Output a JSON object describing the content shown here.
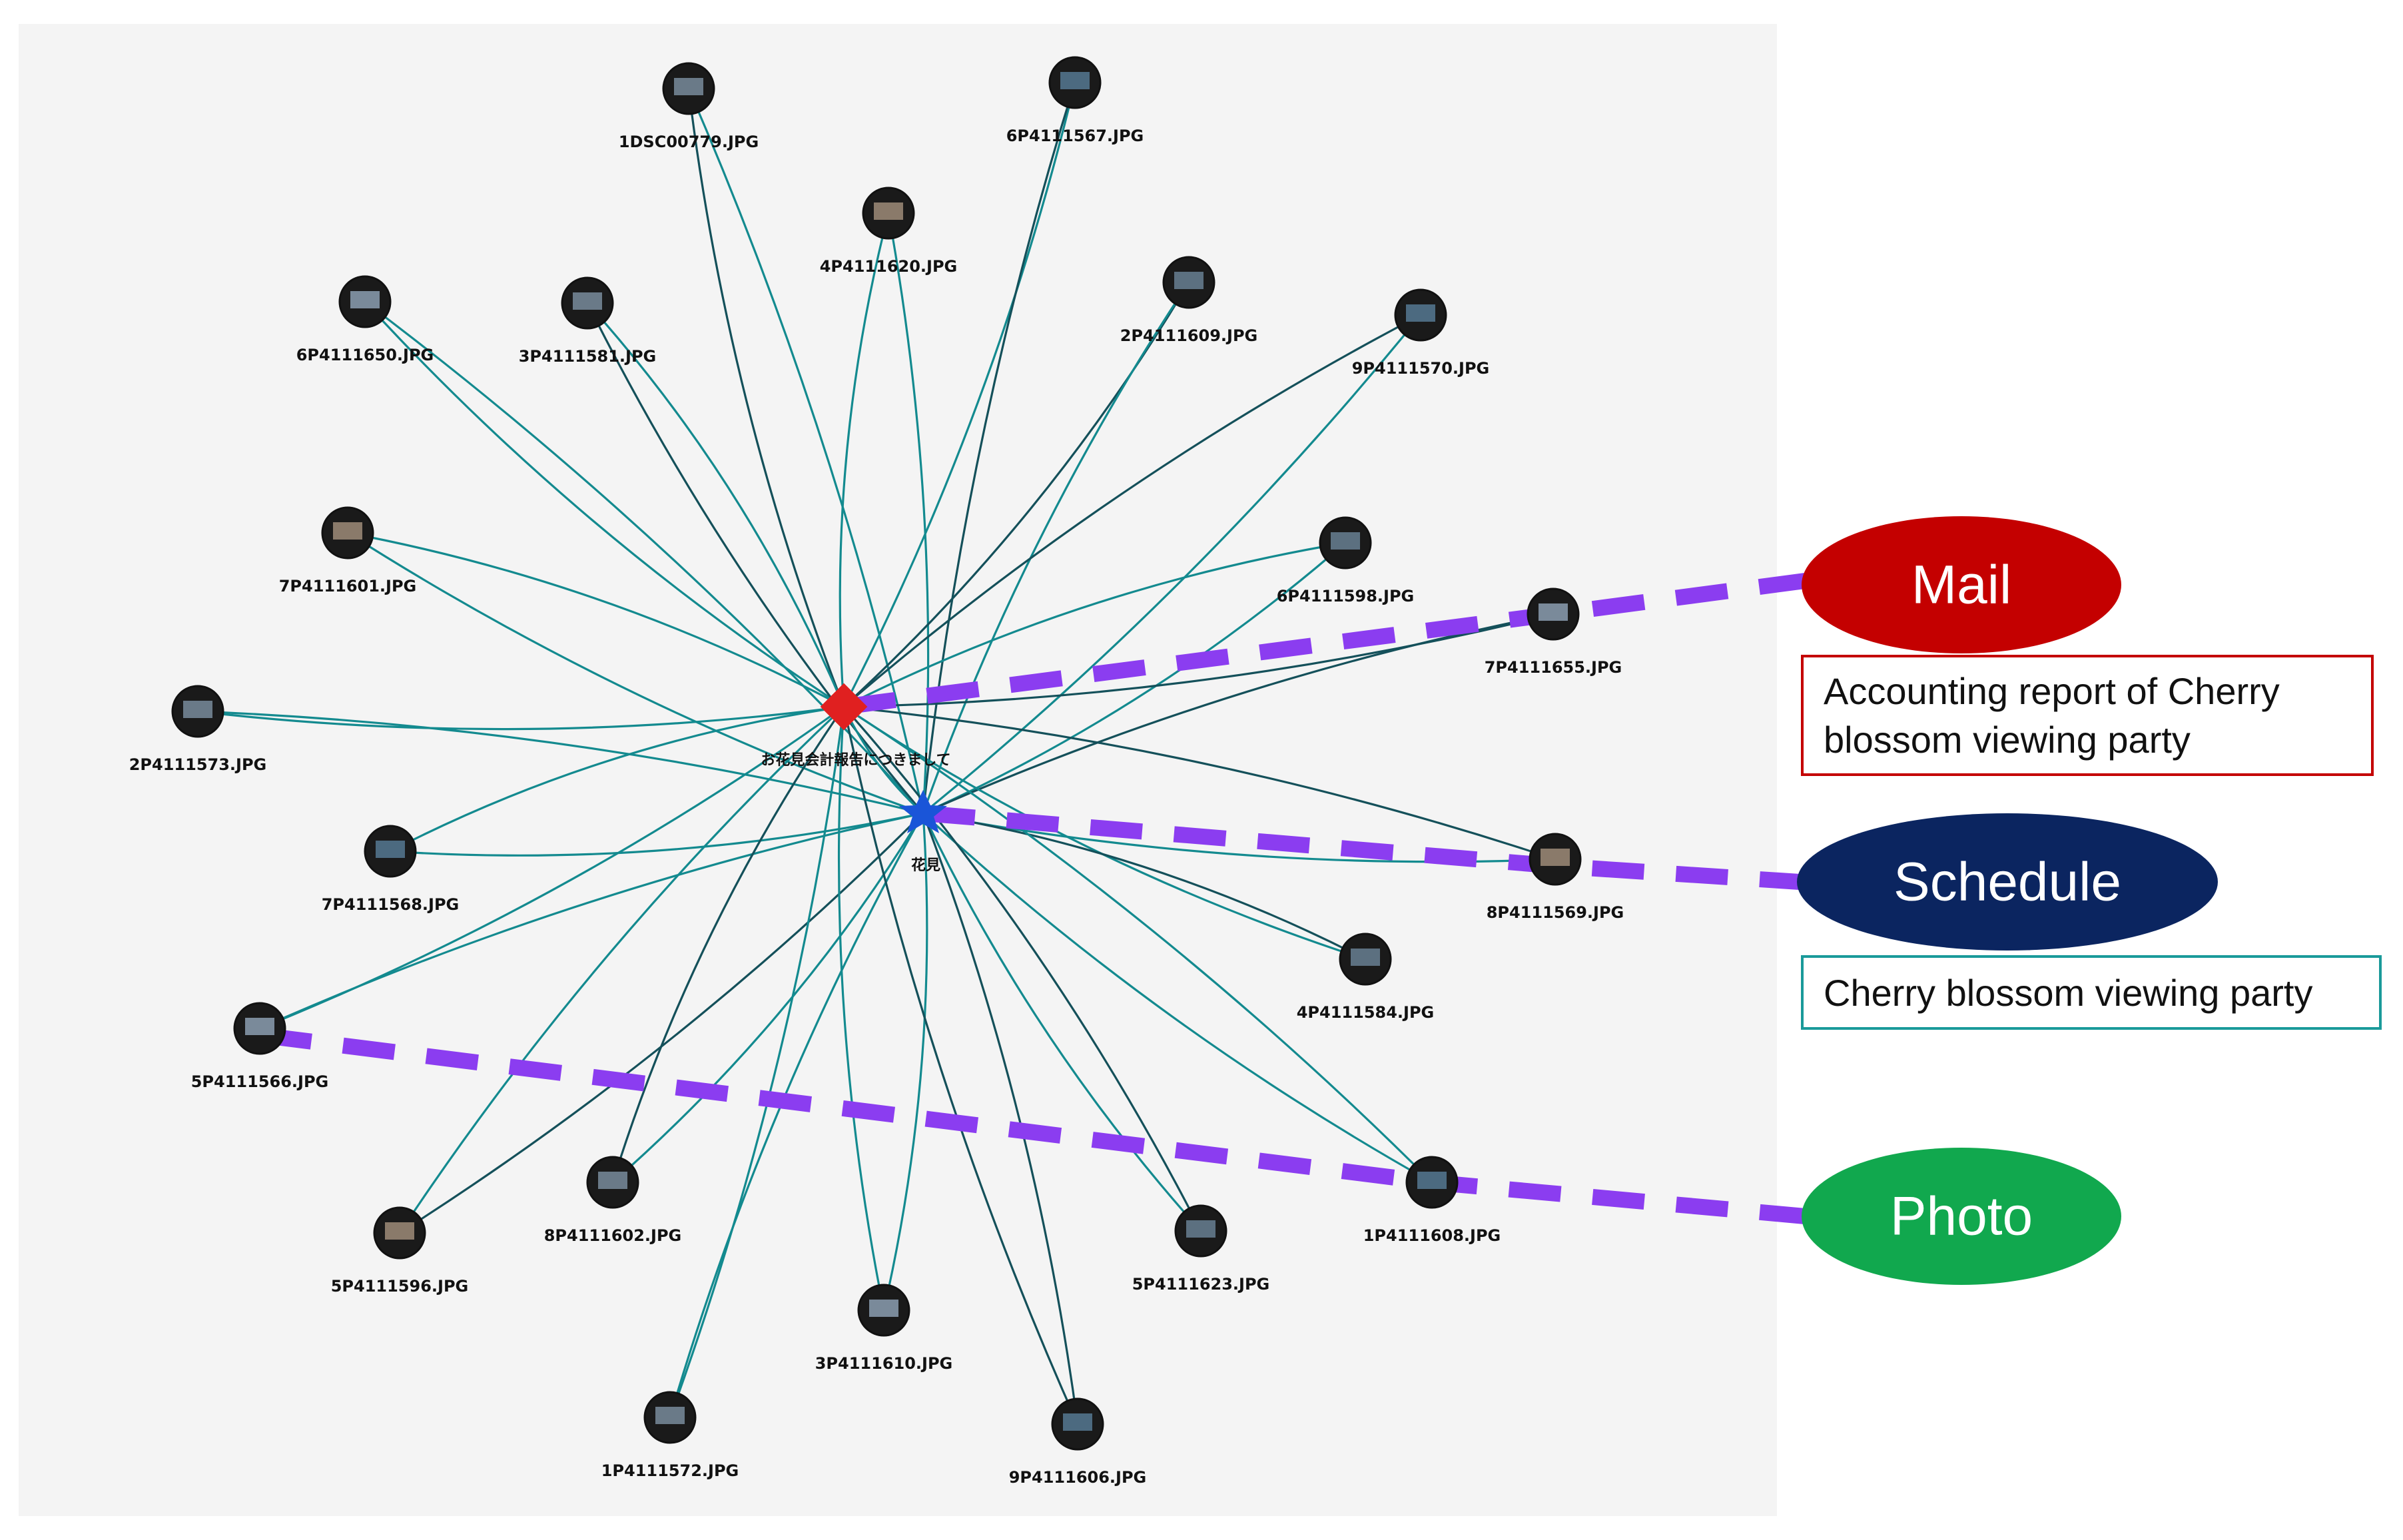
{
  "photo_nodes": [
    "1DSC00779.JPG",
    "6P4111567.JPG",
    "4P4111620.JPG",
    "2P4111609.JPG",
    "6P4111650.JPG",
    "3P4111581.JPG",
    "9P4111570.JPG",
    "7P4111601.JPG",
    "6P4111598.JPG",
    "7P4111655.JPG",
    "2P4111573.JPG",
    "7P4111568.JPG",
    "8P4111569.JPG",
    "4P4111584.JPG",
    "5P4111566.JPG",
    "8P4111602.JPG",
    "1P4111608.JPG",
    "5P4111596.JPG",
    "5P4111623.JPG",
    "3P4111610.JPG",
    "1P4111572.JPG",
    "9P4111606.JPG"
  ],
  "mail_node": {
    "label": "お花見会計報告につきまして",
    "color": "#e02020"
  },
  "schedule_node": {
    "label": "花見",
    "color": "#1a55d8"
  },
  "legend": {
    "mail": {
      "label": "Mail",
      "color": "#c40000",
      "detail_lines": [
        "Accounting report of Cherry",
        "blossom viewing party"
      ],
      "border": "#c40000"
    },
    "schedule": {
      "label": "Schedule",
      "color": "#0b2560",
      "detail_lines": [
        "Cherry blossom viewing party"
      ],
      "border": "#1a9a9a"
    },
    "photo": {
      "label": "Photo",
      "color": "#11a84e"
    }
  },
  "highlight_color": "#8b3df0",
  "edge_color": "#138a8f"
}
